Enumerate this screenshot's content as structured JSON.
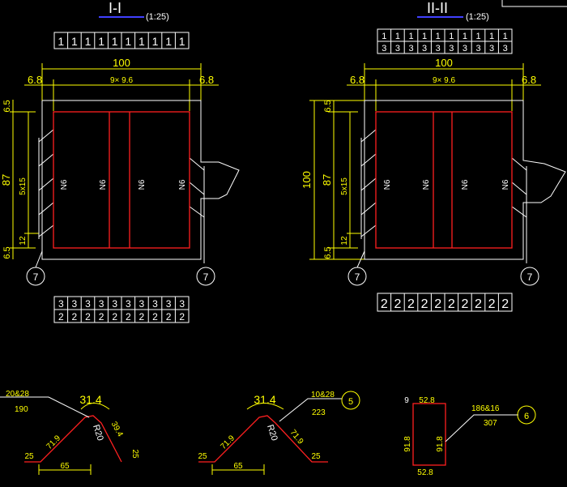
{
  "section1": {
    "title": "I-I",
    "scale": "(1:25)",
    "top_row": [
      "1",
      "1",
      "1",
      "1",
      "1",
      "1",
      "1",
      "1",
      "1",
      "1"
    ],
    "bottom_rows": [
      [
        "3",
        "3",
        "3",
        "3",
        "3",
        "3",
        "3",
        "3",
        "3",
        "3"
      ],
      [
        "2",
        "2",
        "2",
        "2",
        "2",
        "2",
        "2",
        "2",
        "2",
        "2"
      ]
    ],
    "dim_total": "100",
    "dim_span": "9× 9.6",
    "dim_left": "6.8",
    "dim_right": "6.8",
    "dim_height": "87",
    "dim_v_top": "6.5",
    "dim_v_bottom": "6.5",
    "dim_v_mid": "5x15",
    "dim_v_small": "12",
    "bar_labels": [
      "N6",
      "N6",
      "N6",
      "N6"
    ],
    "callout": "7"
  },
  "section2": {
    "title": "II-II",
    "scale": "(1:25)",
    "top_rows": [
      [
        "1",
        "1",
        "1",
        "1",
        "1",
        "1",
        "1",
        "1",
        "1",
        "1"
      ],
      [
        "3",
        "3",
        "3",
        "3",
        "3",
        "3",
        "3",
        "3",
        "3",
        "3"
      ]
    ],
    "bottom_row": [
      "2",
      "2",
      "2",
      "2",
      "2",
      "2",
      "2",
      "2",
      "2",
      "2"
    ],
    "dim_total": "100",
    "dim_span": "9× 9.6",
    "dim_left": "6.8",
    "dim_right": "6.8",
    "dim_height_total": "100",
    "dim_height": "87",
    "dim_v_top": "6.5",
    "dim_v_bottom": "6.5",
    "dim_v_mid": "5x15",
    "dim_v_small": "12",
    "bar_labels": [
      "N6",
      "N6",
      "N6",
      "N6"
    ],
    "callout": "7"
  },
  "details": {
    "bent1": {
      "spec": "20&28",
      "length": "190",
      "top": "31.4",
      "radius": "R20",
      "left_leg": "71.9",
      "right_leg": "39.4",
      "base": "65",
      "end_left": "25",
      "end_right": "25"
    },
    "bent2": {
      "spec": "10&28",
      "length": "223",
      "callout": "5",
      "top": "31.4",
      "radius": "R20",
      "left_leg": "71.9",
      "right_leg": "71.9",
      "base": "65",
      "end_left": "25",
      "end_right": "25"
    },
    "stirrup": {
      "left_top": "9",
      "top": "52.8",
      "bottom": "52.8",
      "left": "91.8",
      "right": "91.8",
      "spec": "186&16",
      "length": "307",
      "callout": "6"
    }
  }
}
